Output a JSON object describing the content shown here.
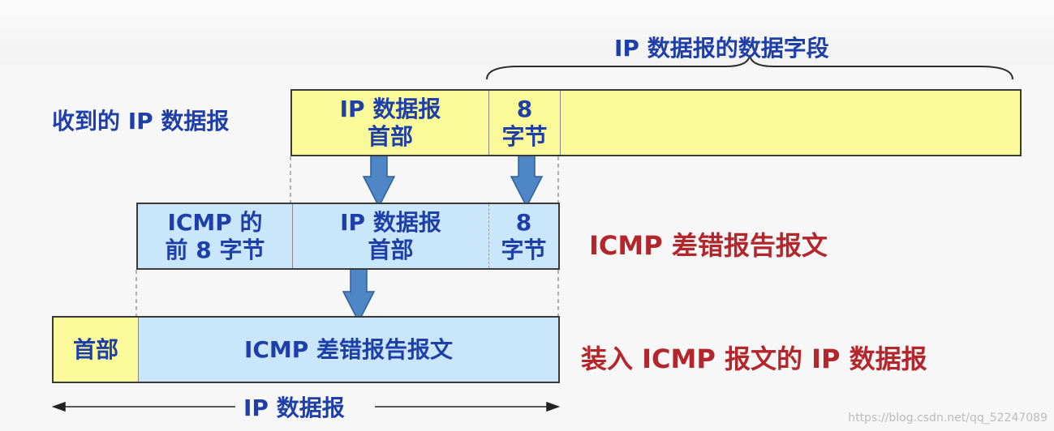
{
  "labels": {
    "data_field": "IP 数据报的数据字段",
    "received": "收到的 IP 数据报",
    "icmp_error_msg": "ICMP 差错报告报文",
    "ip_with_icmp": "装入 ICMP 报文的 IP 数据报",
    "ip_datagram": "IP 数据报"
  },
  "row1": {
    "header_line1": "IP 数据报",
    "header_line2": "首部",
    "bytes_line1": "8",
    "bytes_line2": "字节"
  },
  "row2": {
    "icmp_front_line1": "ICMP 的",
    "icmp_front_line2": "前 8 字节",
    "header_line1": "IP 数据报",
    "header_line2": "首部",
    "bytes_line1": "8",
    "bytes_line2": "字节"
  },
  "row3": {
    "header": "首部",
    "body": "ICMP 差错报告报文"
  },
  "watermark": "https://blog.csdn.net/qq_52247089",
  "colors": {
    "yellow": "#fafa9b",
    "light_blue": "#c9e6fb",
    "text_blue": "#1f3fa8",
    "text_red": "#b3262b",
    "arrow_blue": "#4f86c6"
  }
}
